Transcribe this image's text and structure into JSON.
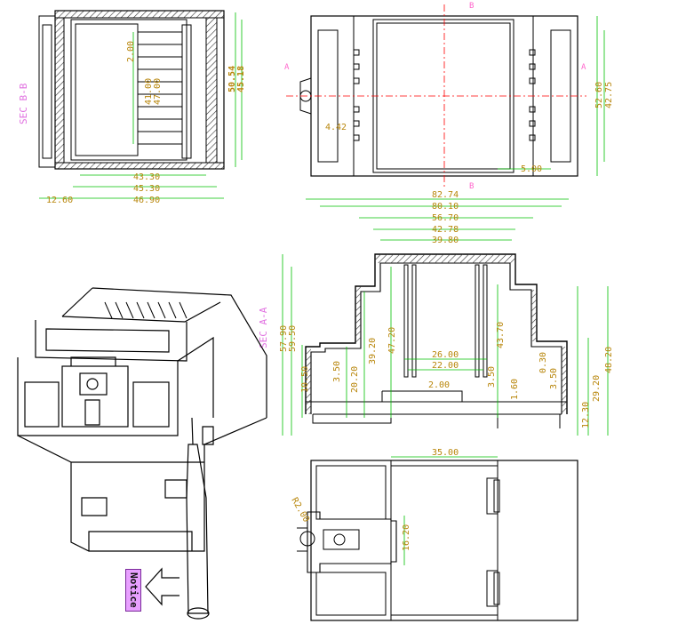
{
  "sec_bb": {
    "title": "SEC B-B",
    "dims": {
      "d_2_00": "2.00",
      "d_41_00": "41.00",
      "d_47_00": "47.00",
      "d_50_54": "50.54",
      "d_45_18": "45.18",
      "d_43_30": "43.30",
      "d_45_30": "45.30",
      "d_12_60": "12.60",
      "d_46_90": "46.90"
    }
  },
  "top_view": {
    "marks": {
      "a_left": "A",
      "a_right": "A",
      "b_top": "B",
      "b_bottom": "B"
    },
    "dims": {
      "d_4_42": "4.42",
      "d_5_00": "5.00",
      "d_52_60": "52.60",
      "d_42_75": "42.75"
    }
  },
  "sec_aa": {
    "title": "SEC A-A",
    "dims": {
      "d_82_74": "82.74",
      "d_80_10": "80.10",
      "d_56_70": "56.70",
      "d_42_78": "42.78",
      "d_39_80": "39.80",
      "d_57_90": "57.90",
      "d_59_50": "59.50",
      "d_10_50": "10.50",
      "d_3_50_l": "3.50",
      "d_20_20": "20.20",
      "d_39_20": "39.20",
      "d_47_20": "47.20",
      "d_26_00": "26.00",
      "d_22_00": "22.00",
      "d_2_00": "2.00",
      "d_43_70": "43.70",
      "d_3_50_m": "3.50",
      "d_1_60": "1.60",
      "d_0_30": "0.30",
      "d_3_50_r": "3.50",
      "d_48_20": "48.20",
      "d_29_20": "29.20",
      "d_12_30": "12.30"
    }
  },
  "bottom_view": {
    "dims": {
      "d_35_00": "35.00",
      "d_r2_00": "R2.00",
      "d_16_20": "16.20"
    }
  },
  "iso_view": {
    "notice": "Notice"
  },
  "colors": {
    "outline": "#000000",
    "hatch": "#333333",
    "dimension": "#00c000",
    "label": "#b8860b",
    "center": "#ff0000",
    "section": "#e070e0"
  }
}
